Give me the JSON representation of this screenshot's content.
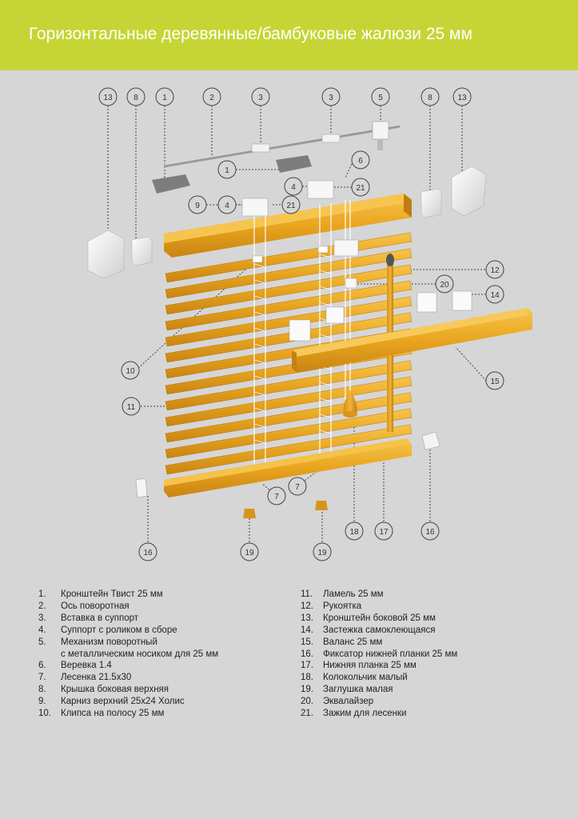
{
  "header": {
    "title": "Горизонтальные деревянные/бамбуковые жалюзи 25 мм"
  },
  "colors": {
    "header_bg": "#c6d535",
    "wood": "#e6a61e",
    "background": "#d6d6d6"
  },
  "callouts": {
    "c1": "1",
    "c2": "2",
    "c3": "3",
    "c4": "4",
    "c5": "5",
    "c6": "6",
    "c7": "7",
    "c8": "8",
    "c9": "9",
    "c10": "10",
    "c11": "11",
    "c12": "12",
    "c13": "13",
    "c14": "14",
    "c15": "15",
    "c16": "16",
    "c17": "17",
    "c18": "18",
    "c19": "19",
    "c20": "20",
    "c21": "21"
  },
  "legend": {
    "left": [
      {
        "num": "1.",
        "text": "Кронштейн Твист 25 мм"
      },
      {
        "num": "2.",
        "text": "Ось поворотная"
      },
      {
        "num": "3.",
        "text": "Вставка в суппорт"
      },
      {
        "num": "4.",
        "text": "Суппорт с роликом в сборе"
      },
      {
        "num": "5.",
        "text": "Механизм поворотный"
      },
      {
        "num": "",
        "text": "с металлическим носиком для 25 мм"
      },
      {
        "num": "6.",
        "text": "Веревка 1.4"
      },
      {
        "num": "7.",
        "text": "Лесенка 21.5x30"
      },
      {
        "num": "8.",
        "text": "Крышка боковая верхняя"
      },
      {
        "num": "9.",
        "text": "Карниз верхний 25x24 Холис"
      },
      {
        "num": "10.",
        "text": "Клипса на полосу 25 мм"
      }
    ],
    "right": [
      {
        "num": "11.",
        "text": "Ламель 25 мм"
      },
      {
        "num": "12.",
        "text": "Рукоятка"
      },
      {
        "num": "13.",
        "text": "Кронштейн боковой 25 мм"
      },
      {
        "num": "14.",
        "text": "Застежка самоклеющаяся"
      },
      {
        "num": "15.",
        "text": "Валанс 25 мм"
      },
      {
        "num": "16.",
        "text": "Фиксатор нижней планки 25 мм"
      },
      {
        "num": "17.",
        "text": "Нижняя планка 25 мм"
      },
      {
        "num": "18.",
        "text": "Колокольчик малый"
      },
      {
        "num": "19.",
        "text": "Заглушка малая"
      },
      {
        "num": "20.",
        "text": "Эквалайзер"
      },
      {
        "num": "21.",
        "text": "Зажим для лесенки"
      }
    ]
  }
}
